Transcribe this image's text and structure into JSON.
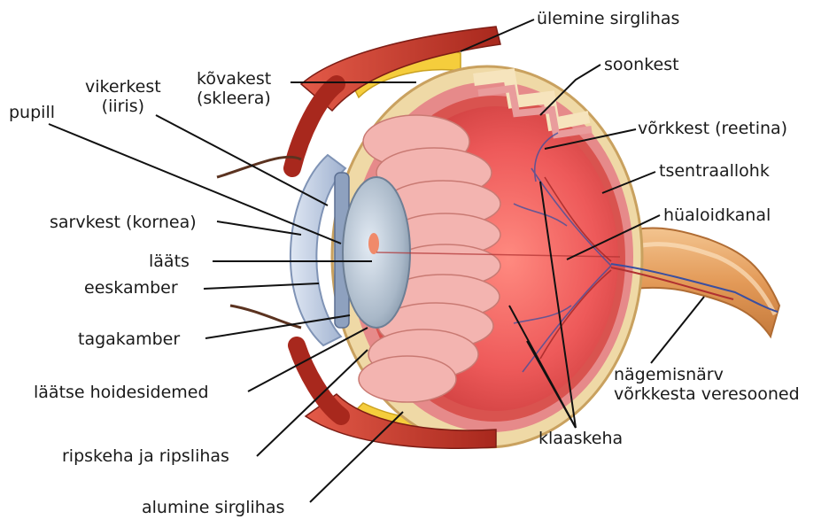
{
  "labels": {
    "ulemine_sirglihas": "ülemine sirglihas",
    "kovakest_1": "kõvakest",
    "kovakest_2": "(skleera)",
    "soonkest": "soonkest",
    "vikerkest_1": "vikerkest",
    "vikerkest_2": "(iiris)",
    "pupill": "pupill",
    "vorkkest": "võrkkest (reetina)",
    "tsentraallohk": "tsentraallohk",
    "sarvkest": "sarvkest (kornea)",
    "hualoidkanal": "hüaloidkanal",
    "laats": "lääts",
    "eeskamber": "eeskamber",
    "tagakamber": "tagakamber",
    "laatse_hoidesidemed": "läätse hoidesidemed",
    "ripskeha": "ripskeha ja ripslihas",
    "alumine_sirglihas": "alumine sirglihas",
    "klaaskeha": "klaaskeha",
    "nagemisnarv": "nägemisnärv",
    "vorkkesta_veresooned": "võrkkesta veresooned"
  },
  "colors": {
    "sclera": "#efd9a6",
    "choroid": "#e68a8a",
    "retina": "#d9534f",
    "vitreous": "#ee5a5a",
    "muscle": "#c0392b",
    "fat": "#f5cd3c",
    "cornea": "#b9c8e0",
    "lens": "#a9b8c8",
    "nerve": "#e7ad72",
    "vessel_blue": "#3a4fa0",
    "ciliary": "#f3b4b0"
  },
  "icons": [
    "eye-cross-section-illustration"
  ]
}
